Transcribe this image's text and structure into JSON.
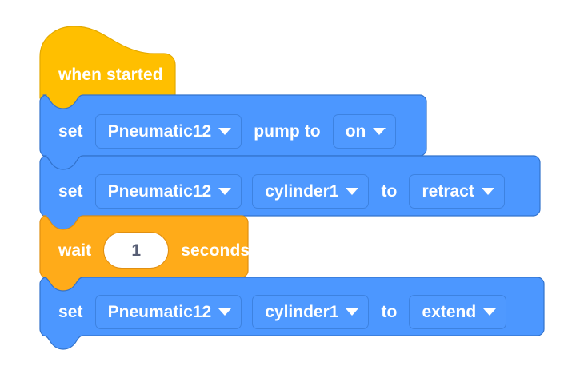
{
  "workspace": {
    "name": "blockly-workspace",
    "background": "#ffffff"
  },
  "colors": {
    "hat_block_fill": "#FFBF00",
    "hat_block_stroke": "#E0A500",
    "control_block_fill": "#FFAB19",
    "control_block_stroke": "#E08F12",
    "action_block_fill": "#4C97FF",
    "action_block_stroke": "#3373CC",
    "field_fill": "#4F99FF",
    "field_stroke": "#3D82E0",
    "text": "#FFFFFF",
    "num_input_text": "#575E75",
    "num_input_fill": "#FFFFFF"
  },
  "blocks": [
    {
      "id": "when-started",
      "type": "hat",
      "label": "when started"
    },
    {
      "id": "set-pneumatic-pump",
      "type": "action",
      "prefix_label": "set",
      "device_dropdown": "Pneumatic12",
      "middle_label": "pump to",
      "value_dropdown": "on"
    },
    {
      "id": "set-pneumatic-cylinder-retract",
      "type": "action",
      "prefix_label": "set",
      "device_dropdown": "Pneumatic12",
      "port_dropdown": "cylinder1",
      "middle_label": "to",
      "value_dropdown": "retract"
    },
    {
      "id": "wait-seconds",
      "type": "control",
      "prefix_label": "wait",
      "value": "1",
      "suffix_label": "seconds"
    },
    {
      "id": "set-pneumatic-cylinder-extend",
      "type": "action",
      "prefix_label": "set",
      "device_dropdown": "Pneumatic12",
      "port_dropdown": "cylinder1",
      "middle_label": "to",
      "value_dropdown": "extend"
    }
  ],
  "icons": {
    "dropdown_arrow": "chevron-down-icon"
  }
}
